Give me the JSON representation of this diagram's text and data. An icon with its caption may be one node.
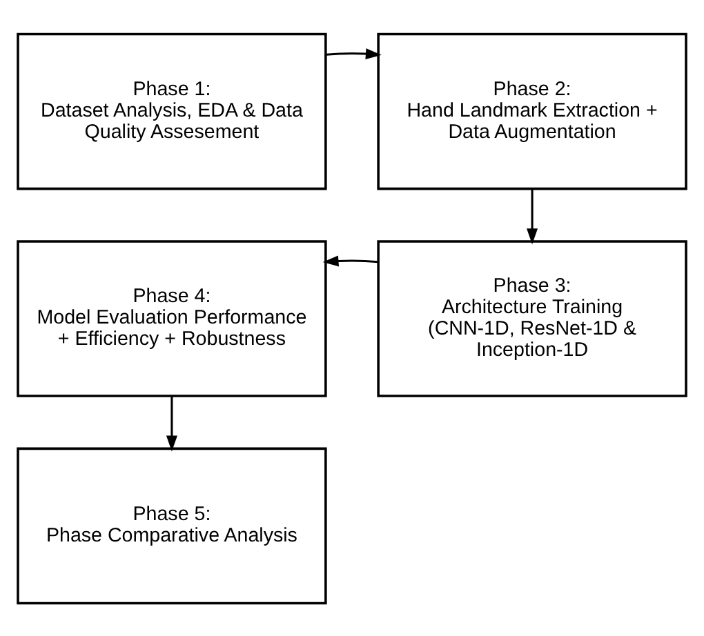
{
  "diagram": {
    "nodes": [
      {
        "text": [
          "Phase 1:",
          "Dataset Analysis, EDA & Data Quality Assesement"
        ]
      },
      {
        "text": [
          "Phase 2:",
          "Hand Landmark Extraction + Data Augmentation"
        ]
      },
      {
        "text": [
          "Phase 3:",
          "Architecture Training (CNN-1D, ResNet-1D & Inception-1D"
        ]
      },
      {
        "text": [
          "Phase 4:",
          "Model Evaluation Performance + Efficiency + Robustness"
        ]
      },
      {
        "text": [
          "Phase 5:",
          "Phase Comparative Analysis"
        ]
      }
    ],
    "edges": [
      {
        "from": 0,
        "to": 1,
        "arrow": "to"
      },
      {
        "from": 1,
        "to": 2,
        "arrow": "to"
      },
      {
        "from": 2,
        "to": 3,
        "arrow": "to"
      },
      {
        "from": 3,
        "to": 4,
        "arrow": "to"
      }
    ]
  }
}
